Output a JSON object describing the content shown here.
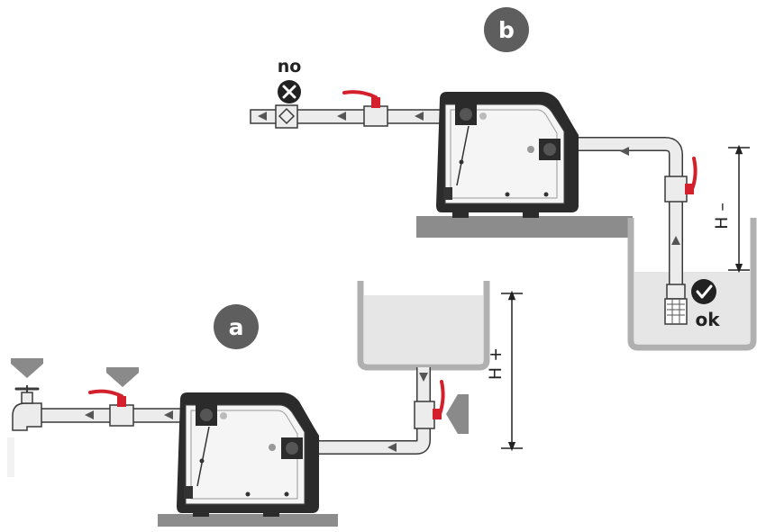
{
  "labels": {
    "badge_b": "b",
    "badge_a": "a",
    "no": "no",
    "ok": "ok",
    "h_minus": "H –",
    "h_plus": "H +"
  },
  "icons": {
    "no": "x-circle-icon",
    "ok": "check-circle-icon"
  },
  "colors": {
    "valve_red": "#d4202c",
    "badge_gray": "#5e5e5e",
    "pump_dark": "#2b2b2b",
    "pipe_fill": "#ececec",
    "ground": "#8c8c8c",
    "water": "#e6e6e6",
    "arrow_gray": "#8a8a8a"
  }
}
